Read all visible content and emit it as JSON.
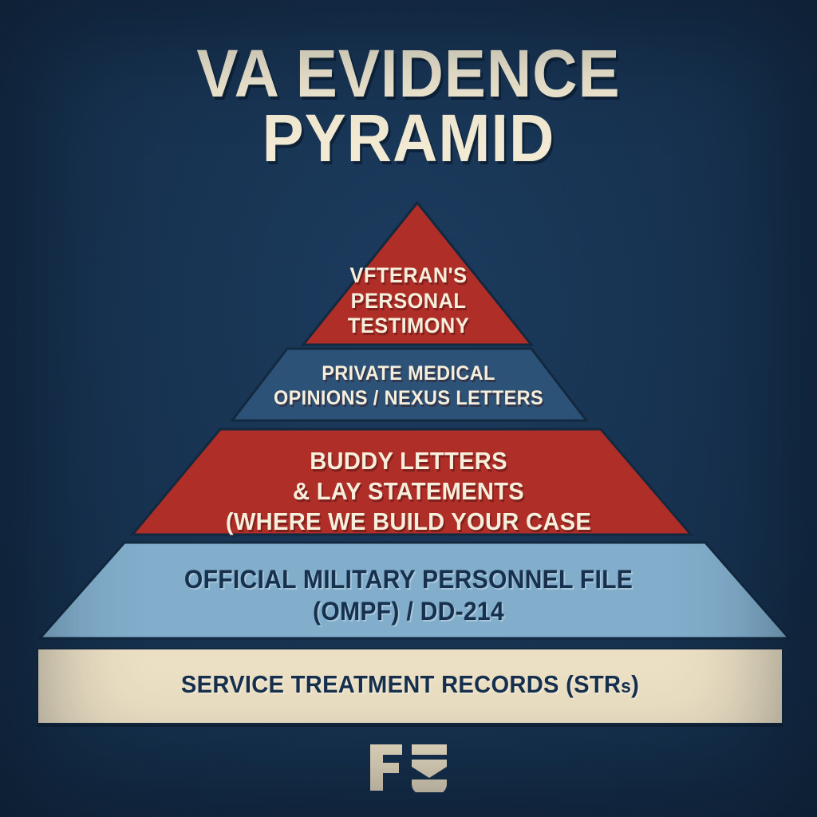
{
  "title": {
    "line1": "VA EVIDENCE",
    "line2": "PYRAMID"
  },
  "colors": {
    "background": "#16304d",
    "cream": "#ece0c4",
    "red": "#b02e28",
    "navy_blue": "#2d5278",
    "steel_blue": "#82aecb",
    "dark_outline": "#12293f"
  },
  "pyramid": {
    "tiers": [
      {
        "rank": 1,
        "shape": "triangle",
        "label": "VFTERAN'S\nPERSONAL\nTESTIMONY",
        "fill": "#b02e28",
        "text_color": "#f6efdc"
      },
      {
        "rank": 2,
        "shape": "trapezoid",
        "label": "PRIVATE MEDICAL\nOPINIONS / NEXUS LETTERS",
        "fill": "#2d5278",
        "text_color": "#f6efdc"
      },
      {
        "rank": 3,
        "shape": "trapezoid",
        "label": "BUDDY LETTERS\n& LAY STATEMENTS\n(WHERE WE BUILD YOUR CASE",
        "fill": "#b02e28",
        "text_color": "#f6efdc"
      },
      {
        "rank": 4,
        "shape": "trapezoid",
        "label": "OFFICIAL MILITARY PERSONNEL FILE\n(OMPF) / DD-214",
        "fill": "#82aecb",
        "text_color": "#16304d"
      },
      {
        "rank": 5,
        "shape": "rectangle",
        "label_main": "SERVICE TREATMENT RECORDS (STR",
        "label_sub": "s",
        "label_tail": ")",
        "fill": "#ece0c4",
        "text_color": "#16304d"
      }
    ]
  },
  "logo": {
    "name": "f-shield-monogram",
    "letter": "F",
    "color": "#ece0c4"
  }
}
